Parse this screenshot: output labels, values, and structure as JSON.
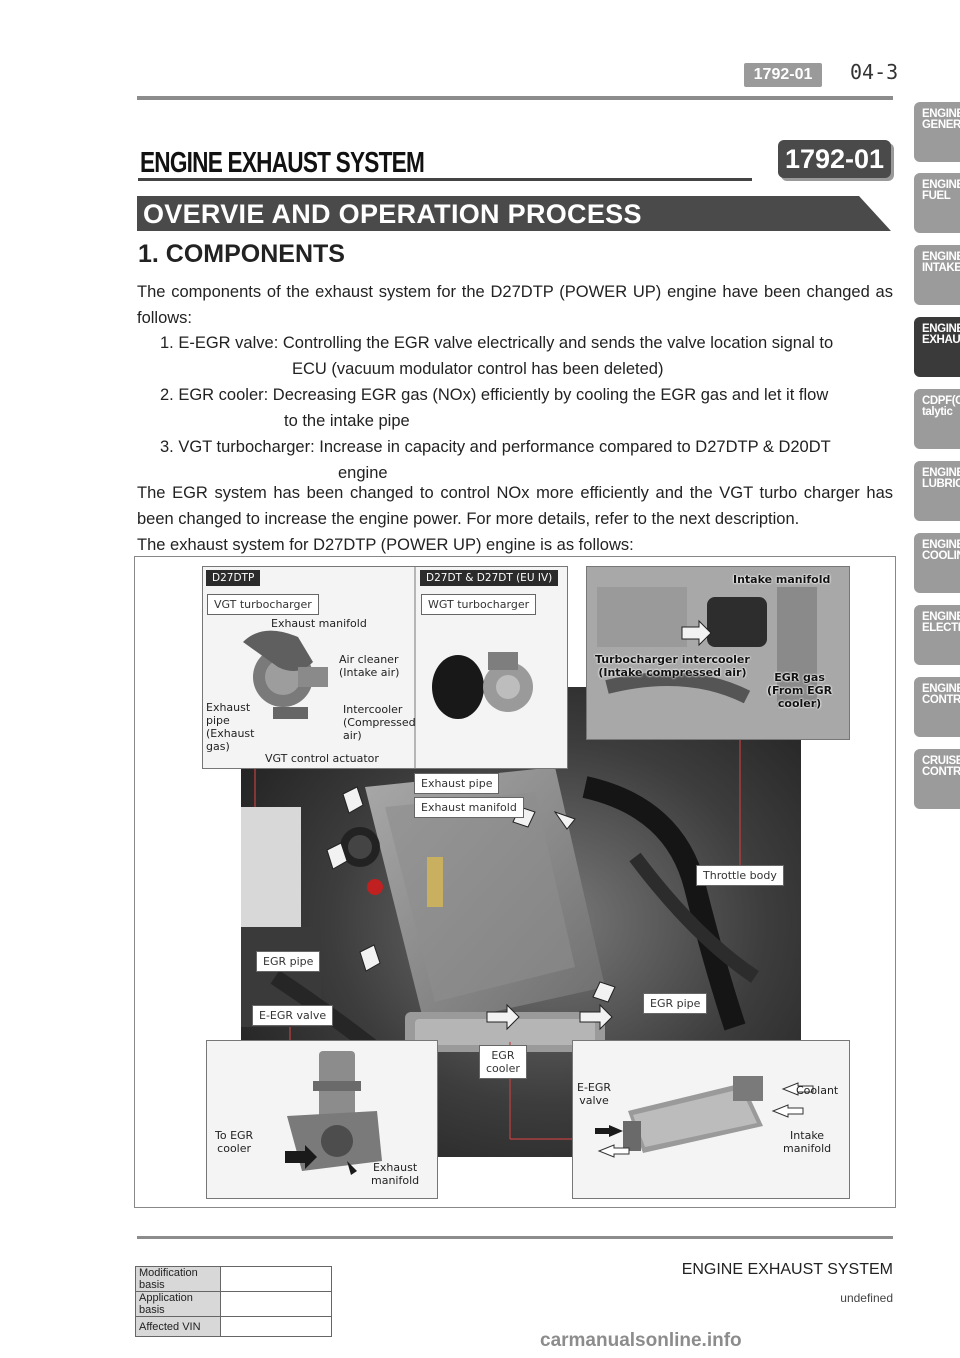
{
  "header": {
    "code": "1792-01",
    "page": "04-3"
  },
  "title": {
    "text": "ENGINE EXHAUST SYSTEM",
    "badge": "1792-01"
  },
  "overview": "OVERVIE AND OPERATION PROCESS",
  "section": "1. COMPONENTS",
  "intro": "The components of the exhaust system for the D27DTP (POWER UP) engine have been changed as follows:",
  "items": [
    {
      "head": "1. E-EGR valve: Controlling the EGR valve electrically and sends the valve location signal to",
      "cont": "ECU (vacuum modulator control has been deleted)"
    },
    {
      "head": "2. EGR cooler: Decreasing EGR gas (NOx) efficiently by cooling the EGR gas and let it flow",
      "cont": "to the intake pipe"
    },
    {
      "head": "3. VGT turbocharger:  Increase in capacity and performance compared to D27DTP & D20DT",
      "cont": "engine"
    }
  ],
  "para1": "The EGR system has been changed to control NOx more efficiently and the VGT turbo charger has been changed to increase the engine power. For more details, refer to the next description.",
  "para2": "The exhaust system for D27DTP (POWER UP) engine is as follows:",
  "figure": {
    "tag_d27dtp": "D27DTP",
    "tag_d27dt": "D27DT & D27DT (EU IV)",
    "vgt_turbo": "VGT turbocharger",
    "wgt_turbo": "WGT turbocharger",
    "exhaust_manifold_top": "Exhaust manifold",
    "air_cleaner": [
      "Air cleaner",
      "(Intake air)"
    ],
    "intercooler": [
      "Intercooler",
      "(Compressed",
      "air)"
    ],
    "exhaust_pipe_left": [
      "Exhaust",
      "pipe",
      "(Exhaust",
      "gas)"
    ],
    "vgt_actuator": "VGT control actuator",
    "intake_manifold": "Intake manifold",
    "turbo_intercooler": [
      "Turbocharger intercooler",
      "(Intake compressed air)"
    ],
    "egr_gas": [
      "EGR gas",
      "(From EGR",
      "cooler)"
    ],
    "exhaust_pipe": "Exhaust pipe",
    "exhaust_manifold": "Exhaust manifold",
    "throttle_body": "Throttle body",
    "egr_pipe_left": "EGR pipe",
    "egr_pipe_right": "EGR pipe",
    "e_egr_valve": "E-EGR valve",
    "egr_cooler": [
      "EGR",
      "cooler"
    ],
    "to_egr_cooler": [
      "To EGR",
      "cooler"
    ],
    "exhaust_manifold_bl": [
      "Exhaust",
      "manifold"
    ],
    "e_egr_valve_br": [
      "E-EGR",
      "valve"
    ],
    "coolant": "Coolant",
    "intake_manifold_br": [
      "Intake",
      "manifold"
    ]
  },
  "sidebar": [
    {
      "l1": "ENGINE",
      "l2": "GENERA",
      "active": false
    },
    {
      "l1": "ENGINE",
      "l2": "FUEL",
      "active": false
    },
    {
      "l1": "ENGINE",
      "l2": "INTAKE",
      "active": false
    },
    {
      "l1": "ENGINE",
      "l2": "EXHAUST",
      "active": true
    },
    {
      "l1": "CDPF(Ca",
      "l2": "talytic",
      "active": false
    },
    {
      "l1": "ENGINE",
      "l2": "LUBRICA",
      "active": false
    },
    {
      "l1": "ENGINE",
      "l2": "COOLING",
      "active": false
    },
    {
      "l1": "ENGINE",
      "l2": "ELECTRI",
      "active": false
    },
    {
      "l1": "ENGINE",
      "l2": "CONTRO",
      "active": false
    },
    {
      "l1": "CRUISE",
      "l2": "CONTRO",
      "active": false
    }
  ],
  "footer": {
    "title": "ENGINE EXHAUST SYSTEM",
    "sub": "undefined",
    "basis": [
      "Modification basis",
      "Application basis",
      "Affected VIN"
    ],
    "watermark": "carmanualsonline.info"
  }
}
